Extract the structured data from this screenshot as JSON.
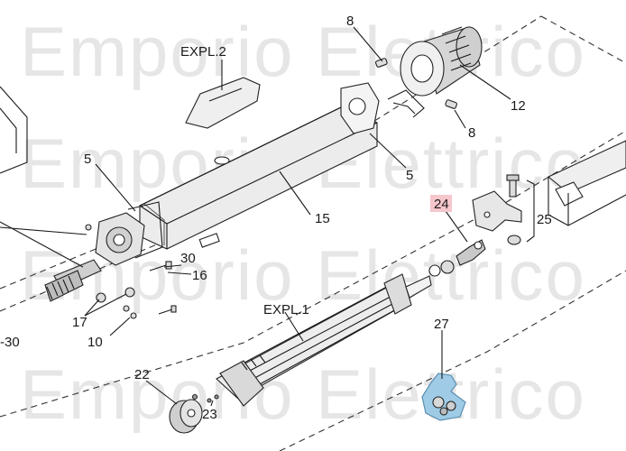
{
  "watermark": "Emporio Elettrico",
  "labels": {
    "expl2": "EXPL.2",
    "expl1": "EXPL.1",
    "p8a": "8",
    "p8b": "8",
    "p12": "12",
    "p5a": "5",
    "p5b": "5",
    "p15": "15",
    "p24": "24",
    "p25": "25",
    "p30": "30",
    "p16": "16",
    "p17": "17",
    "p10": "10",
    "p30b": "-30",
    "p27": "27",
    "p22": "22",
    "p23": "23"
  },
  "colors": {
    "highlight": "#f5c6cc",
    "part_fill": "#e8e8e8",
    "part_dark": "#6b6b6b",
    "watermark": "#e6e6e6",
    "bag_blue": "#7fb6d9"
  }
}
